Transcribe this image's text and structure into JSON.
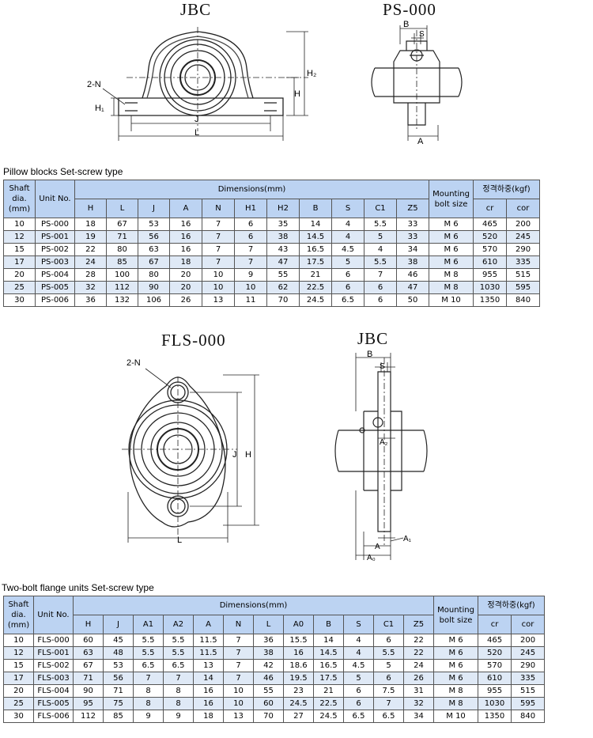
{
  "pillow": {
    "caption_left": "JBC",
    "caption_right": "PS-000",
    "labels": {
      "two_n": "2-N",
      "h1": "H₁",
      "j": "J",
      "l": "L",
      "h2": "H₂",
      "h": "H",
      "b": "B",
      "s": "S",
      "a": "A"
    },
    "section_title": "Pillow blocks Set-screw type",
    "header": {
      "shaft": "Shaft dia. (mm)",
      "unit": "Unit No.",
      "dimensions": "Dimensions(mm)",
      "mounting": "Mounting bolt size",
      "load": "정격하중(kgf)",
      "cols": [
        "H",
        "L",
        "J",
        "A",
        "N",
        "H1",
        "H2",
        "B",
        "S",
        "C1",
        "Z5"
      ],
      "load_cols": [
        "cr",
        "cor"
      ]
    },
    "rows": [
      [
        "10",
        "PS-000",
        "18",
        "67",
        "53",
        "16",
        "7",
        "6",
        "35",
        "14",
        "4",
        "5.5",
        "33",
        "M 6",
        "465",
        "200"
      ],
      [
        "12",
        "PS-001",
        "19",
        "71",
        "56",
        "16",
        "7",
        "6",
        "38",
        "14.5",
        "4",
        "5",
        "33",
        "M 6",
        "520",
        "245"
      ],
      [
        "15",
        "PS-002",
        "22",
        "80",
        "63",
        "16",
        "7",
        "7",
        "43",
        "16.5",
        "4.5",
        "4",
        "34",
        "M 6",
        "570",
        "290"
      ],
      [
        "17",
        "PS-003",
        "24",
        "85",
        "67",
        "18",
        "7",
        "7",
        "47",
        "17.5",
        "5",
        "5.5",
        "38",
        "M 6",
        "610",
        "335"
      ],
      [
        "20",
        "PS-004",
        "28",
        "100",
        "80",
        "20",
        "10",
        "9",
        "55",
        "21",
        "6",
        "7",
        "46",
        "M 8",
        "955",
        "515"
      ],
      [
        "25",
        "PS-005",
        "32",
        "112",
        "90",
        "20",
        "10",
        "10",
        "62",
        "22.5",
        "6",
        "6",
        "47",
        "M 8",
        "1030",
        "595"
      ],
      [
        "30",
        "PS-006",
        "36",
        "132",
        "106",
        "26",
        "13",
        "11",
        "70",
        "24.5",
        "6.5",
        "6",
        "50",
        "M 10",
        "1350",
        "840"
      ]
    ]
  },
  "flange": {
    "caption_left": "FLS-000",
    "caption_right": "JBC",
    "labels": {
      "two_n": "2-N",
      "j": "J",
      "h": "H",
      "l": "L",
      "b": "B",
      "s": "S",
      "a2": "A₂",
      "a": "A",
      "a0": "A₀",
      "a1": "A₁"
    },
    "section_title": "Two-bolt flange units Set-screw type",
    "header": {
      "shaft": "Shaft dia. (mm)",
      "unit": "Unit No.",
      "dimensions": "Dimensions(mm)",
      "mounting": "Mounting bolt size",
      "load": "정격하중(kgf)",
      "cols": [
        "H",
        "J",
        "A1",
        "A2",
        "A",
        "N",
        "L",
        "A0",
        "B",
        "S",
        "C1",
        "Z5"
      ],
      "load_cols": [
        "cr",
        "cor"
      ]
    },
    "rows": [
      [
        "10",
        "FLS-000",
        "60",
        "45",
        "5.5",
        "5.5",
        "11.5",
        "7",
        "36",
        "15.5",
        "14",
        "4",
        "6",
        "22",
        "M 6",
        "465",
        "200"
      ],
      [
        "12",
        "FLS-001",
        "63",
        "48",
        "5.5",
        "5.5",
        "11.5",
        "7",
        "38",
        "16",
        "14.5",
        "4",
        "5.5",
        "22",
        "M 6",
        "520",
        "245"
      ],
      [
        "15",
        "FLS-002",
        "67",
        "53",
        "6.5",
        "6.5",
        "13",
        "7",
        "42",
        "18.6",
        "16.5",
        "4.5",
        "5",
        "24",
        "M 6",
        "570",
        "290"
      ],
      [
        "17",
        "FLS-003",
        "71",
        "56",
        "7",
        "7",
        "14",
        "7",
        "46",
        "19.5",
        "17.5",
        "5",
        "6",
        "26",
        "M 6",
        "610",
        "335"
      ],
      [
        "20",
        "FLS-004",
        "90",
        "71",
        "8",
        "8",
        "16",
        "10",
        "55",
        "23",
        "21",
        "6",
        "7.5",
        "31",
        "M 8",
        "955",
        "515"
      ],
      [
        "25",
        "FLS-005",
        "95",
        "75",
        "8",
        "8",
        "16",
        "10",
        "60",
        "24.5",
        "22.5",
        "6",
        "7",
        "32",
        "M 8",
        "1030",
        "595"
      ],
      [
        "30",
        "FLS-006",
        "112",
        "85",
        "9",
        "9",
        "18",
        "13",
        "70",
        "27",
        "24.5",
        "6.5",
        "6.5",
        "34",
        "M 10",
        "1350",
        "840"
      ]
    ]
  }
}
